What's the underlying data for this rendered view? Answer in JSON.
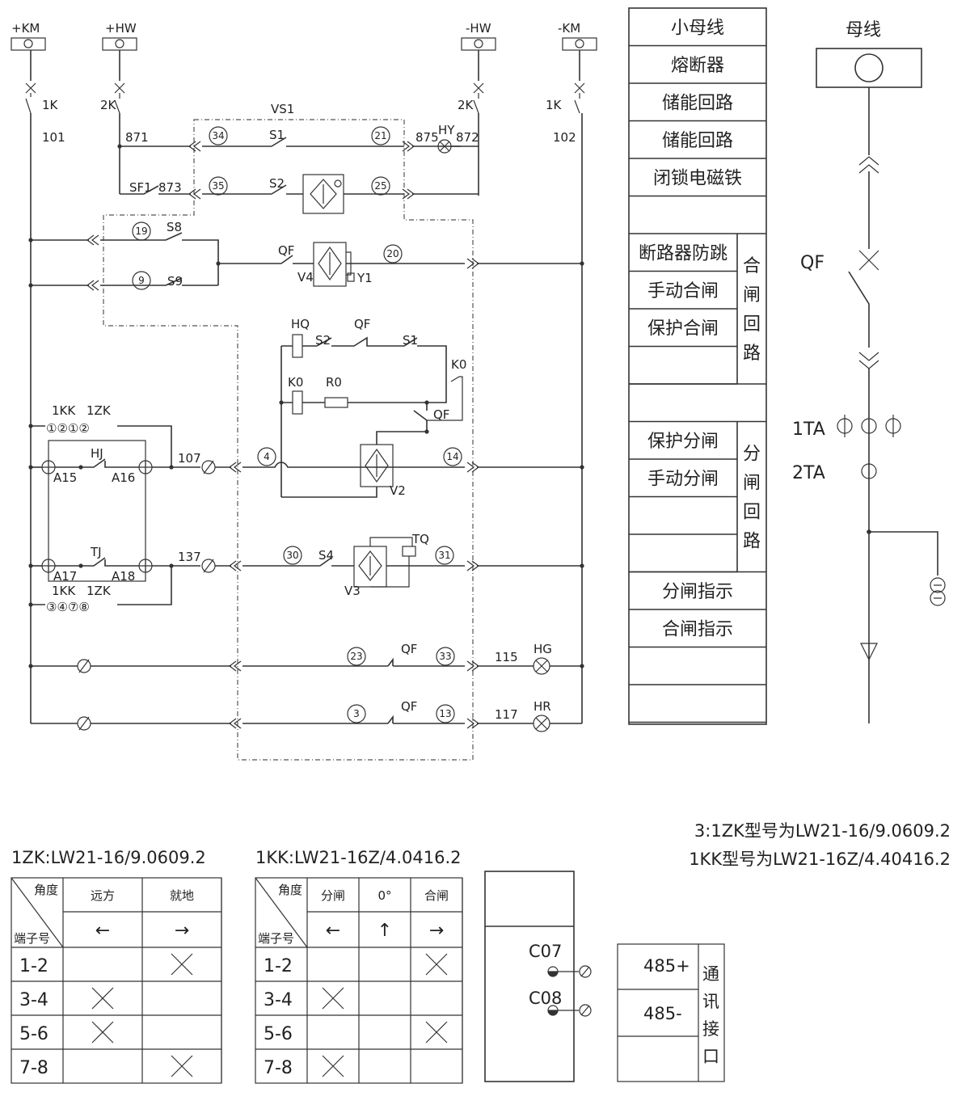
{
  "terminals": {
    "km_plus": "+KM",
    "hw_plus": "+HW",
    "hw_minus": "-HW",
    "km_minus": "-KM",
    "k1_left": "1K",
    "k2_left": "2K",
    "k2_right": "2K",
    "k1_right": "1K"
  },
  "wire_numbers": {
    "w101": "101",
    "w102": "102",
    "w871": "871",
    "w872": "872",
    "w873": "873",
    "w875": "875",
    "w107": "107",
    "w137": "137",
    "w115": "115",
    "w117": "117"
  },
  "devices": {
    "vs1": "VS1",
    "sf1": "SF1",
    "hy": "HY",
    "s1": "S1",
    "s2": "S2",
    "s8": "S8",
    "s9": "S9",
    "s4": "S4",
    "qf": "QF",
    "v4": "V4",
    "y1": "Y1",
    "hq": "HQ",
    "k0": "K0",
    "r0": "R0",
    "v2": "V2",
    "v3": "V3",
    "tq": "TQ",
    "hj": "HJ",
    "tj": "TJ",
    "a15": "A15",
    "a16": "A16",
    "a17": "A17",
    "a18": "A18",
    "hg": "HG",
    "hr": "HR",
    "kk1": "1KK",
    "zk1": "1ZK",
    "contacts_top": "①②①②",
    "contacts_bot": "③④⑦⑧"
  },
  "connector_pins": [
    "34",
    "21",
    "35",
    "25",
    "19",
    "20",
    "9",
    "4",
    "14",
    "30",
    "31",
    "23",
    "33",
    "3",
    "13"
  ],
  "function_panel": {
    "rows": [
      "小母线",
      "熔断器",
      "储能回路",
      "储能回路",
      "闭锁电磁铁",
      ""
    ],
    "close_group": {
      "items": [
        "断路器防跳",
        "手动合闸",
        "保护合闸",
        ""
      ],
      "label": [
        "合",
        "闸",
        "回",
        "路"
      ]
    },
    "open_group": {
      "items": [
        "保护分闸",
        "手动分闸",
        "",
        ""
      ],
      "label": [
        "分",
        "闸",
        "回",
        "路"
      ]
    },
    "bottom_rows": [
      "分闸指示",
      "合闸指示",
      "",
      ""
    ]
  },
  "primary": {
    "busbar": "母线",
    "breaker": "QF",
    "ta1": "1TA",
    "ta2": "2TA"
  },
  "notes": [
    "3:1ZK型号为LW21-16/9.0609.2",
    "1KK型号为LW21-16Z/4.40416.2"
  ],
  "table_1zk": {
    "title": "1ZK:LW21-16/9.0609.2",
    "angle_label": "角度",
    "terminal_label": "端子号",
    "columns": [
      "远方",
      "就地"
    ],
    "arrows": [
      "←",
      "→"
    ],
    "rows": [
      {
        "terminal": "1-2",
        "marks": [
          "",
          "×"
        ]
      },
      {
        "terminal": "3-4",
        "marks": [
          "×",
          ""
        ]
      },
      {
        "terminal": "5-6",
        "marks": [
          "×",
          ""
        ]
      },
      {
        "terminal": "7-8",
        "marks": [
          "",
          "×"
        ]
      }
    ]
  },
  "table_1kk": {
    "title": "1KK:LW21-16Z/4.0416.2",
    "angle_label": "角度",
    "terminal_label": "端子号",
    "columns": [
      "分闸",
      "0°",
      "合闸"
    ],
    "arrows": [
      "←",
      "↑",
      "→"
    ],
    "rows": [
      {
        "terminal": "1-2",
        "marks": [
          "",
          "",
          "×"
        ]
      },
      {
        "terminal": "3-4",
        "marks": [
          "×",
          "",
          ""
        ]
      },
      {
        "terminal": "5-6",
        "marks": [
          "",
          "",
          "×"
        ]
      },
      {
        "terminal": "7-8",
        "marks": [
          "×",
          "",
          ""
        ]
      }
    ]
  },
  "comm": {
    "c07": "C07",
    "c08": "C08",
    "p485": "485+",
    "n485": "485-",
    "label": [
      "通",
      "讯",
      "接",
      "口"
    ]
  }
}
